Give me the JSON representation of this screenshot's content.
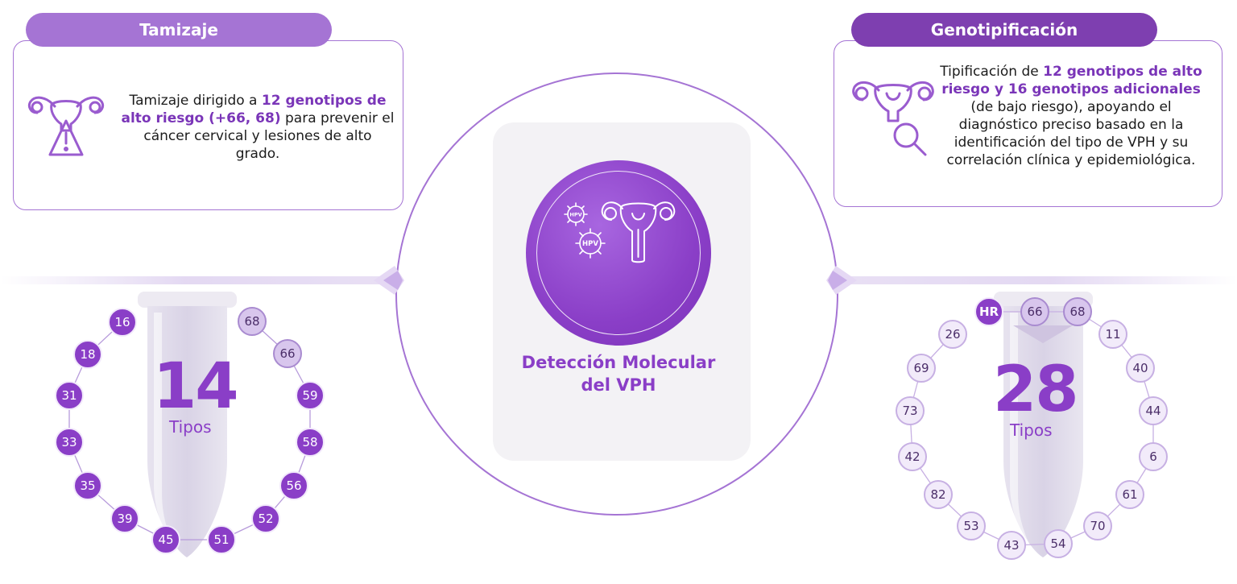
{
  "left": {
    "pill_label": "Tamizaje",
    "text_pre": "Tamizaje dirigido a ",
    "text_hl": "12 genotipos de alto riesgo (+66, 68)",
    "text_post": " para prevenir el cáncer cervical y lesiones de alto grado.",
    "count": "14",
    "count_label": "Tipos",
    "nodes": [
      {
        "label": "16",
        "style": "dark"
      },
      {
        "label": "18",
        "style": "dark"
      },
      {
        "label": "31",
        "style": "dark"
      },
      {
        "label": "33",
        "style": "dark"
      },
      {
        "label": "35",
        "style": "dark"
      },
      {
        "label": "39",
        "style": "dark"
      },
      {
        "label": "45",
        "style": "dark"
      },
      {
        "label": "51",
        "style": "dark"
      },
      {
        "label": "52",
        "style": "dark"
      },
      {
        "label": "56",
        "style": "dark"
      },
      {
        "label": "58",
        "style": "dark"
      },
      {
        "label": "59",
        "style": "dark"
      },
      {
        "label": "66",
        "style": "light"
      },
      {
        "label": "68",
        "style": "light"
      }
    ]
  },
  "right": {
    "pill_label": "Genotipificación",
    "text_pre": "Tipificación de ",
    "text_hl1": "12 genotipos de alto riesgo y 16 genotipos adicionales",
    "text_post": " (de bajo riesgo), apoyando el diagnóstico preciso basado en la identificación del tipo de VPH y su correlación clínica y epidemiológica.",
    "count": "28",
    "count_label": "Tipos",
    "nodes": [
      {
        "label": "HR",
        "style": "dark"
      },
      {
        "label": "66",
        "style": "light"
      },
      {
        "label": "68",
        "style": "light"
      },
      {
        "label": "11",
        "style": "pale"
      },
      {
        "label": "40",
        "style": "pale"
      },
      {
        "label": "44",
        "style": "pale"
      },
      {
        "label": "6",
        "style": "pale"
      },
      {
        "label": "61",
        "style": "pale"
      },
      {
        "label": "70",
        "style": "pale"
      },
      {
        "label": "54",
        "style": "pale"
      },
      {
        "label": "43",
        "style": "pale"
      },
      {
        "label": "53",
        "style": "pale"
      },
      {
        "label": "82",
        "style": "pale"
      },
      {
        "label": "42",
        "style": "pale"
      },
      {
        "label": "73",
        "style": "pale"
      },
      {
        "label": "69",
        "style": "pale"
      },
      {
        "label": "26",
        "style": "pale"
      }
    ]
  },
  "center": {
    "title": "Detección Molecular del VPH",
    "virus_label": "HPV"
  },
  "colors": {
    "primary": "#8a3ec7",
    "pill_left": "#a574d4",
    "pill_right": "#7e3fb0",
    "border": "#a574d4"
  }
}
